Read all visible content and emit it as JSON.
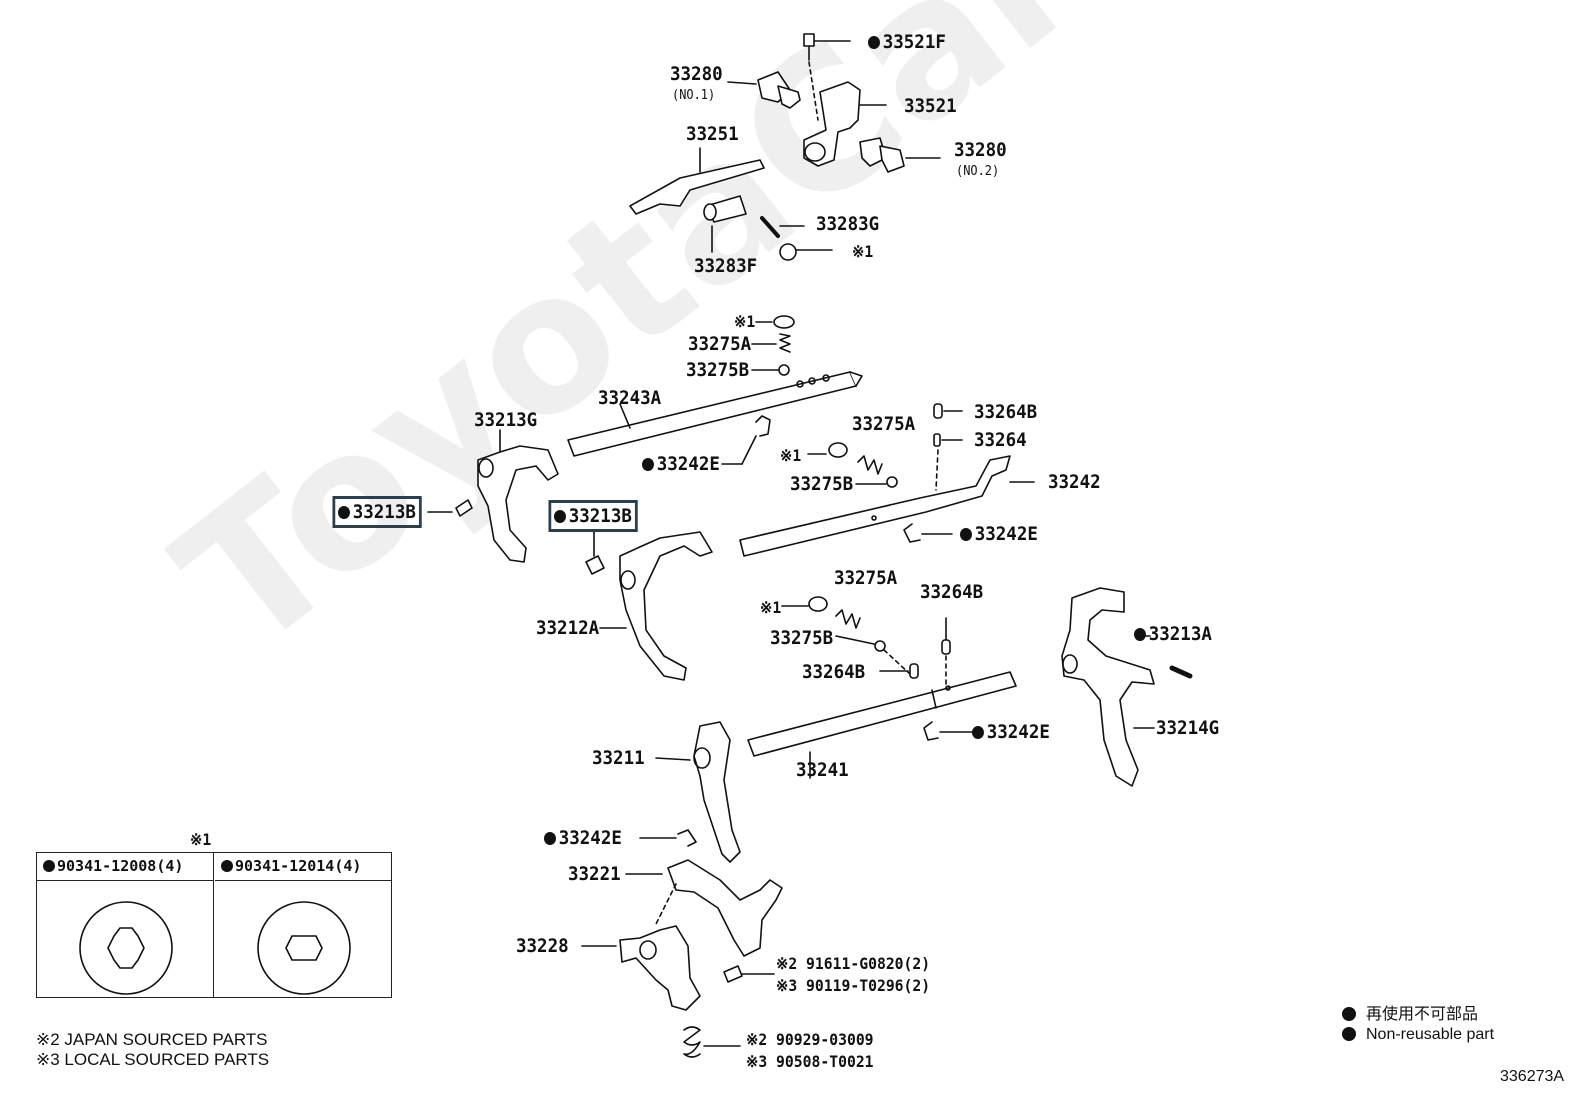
{
  "watermark": "ToyotaCarMine.ru",
  "diagram_code": "336273A",
  "labels": {
    "p33521F": "33521F",
    "p33280_1": "33280",
    "p33280_1_sub": "(NO.1)",
    "p33521": "33521",
    "p33251": "33251",
    "p33280_2": "33280",
    "p33280_2_sub": "(NO.2)",
    "p33283G": "33283G",
    "mark1_top": "※1",
    "p33283F": "33283F",
    "mark1_a": "※1",
    "p33275A_a": "33275A",
    "p33275B_a": "33275B",
    "p33243A": "33243A",
    "p33213G": "33213G",
    "p33242E_a": "33242E",
    "p33275A_b": "33275A",
    "p33264B_a": "33264B",
    "p33264": "33264",
    "mark1_b": "※1",
    "p33275B_b": "33275B",
    "p33242": "33242",
    "p33213B_a": "33213B",
    "p33213B_b": "33213B",
    "p33242E_b": "33242E",
    "p33275A_c": "33275A",
    "p33264B_b": "33264B",
    "mark1_c": "※1",
    "p33212A": "33212A",
    "p33275B_c": "33275B",
    "p33264B_c": "33264B",
    "p33213A": "33213A",
    "p33242E_c": "33242E",
    "p33214G": "33214G",
    "p33211": "33211",
    "p33241": "33241",
    "p33242E_d": "33242E",
    "p33221": "33221",
    "p33228": "33228",
    "p91611": "※2  91611-G0820(2)",
    "p90119": "※3  90119-T0296(2)",
    "p90929": "※2 90929-03009",
    "p90508": "※3 90508-T0021"
  },
  "bolt_table": {
    "mark": "※1",
    "col1": "90341-12008(4)",
    "col2": "90341-12014(4)"
  },
  "notes": {
    "japan": "※2 JAPAN SOURCED PARTS",
    "local": "※3 LOCAL SOURCED PARTS"
  },
  "legend": {
    "jp": "再使用不可部品",
    "en": "Non-reusable part"
  }
}
